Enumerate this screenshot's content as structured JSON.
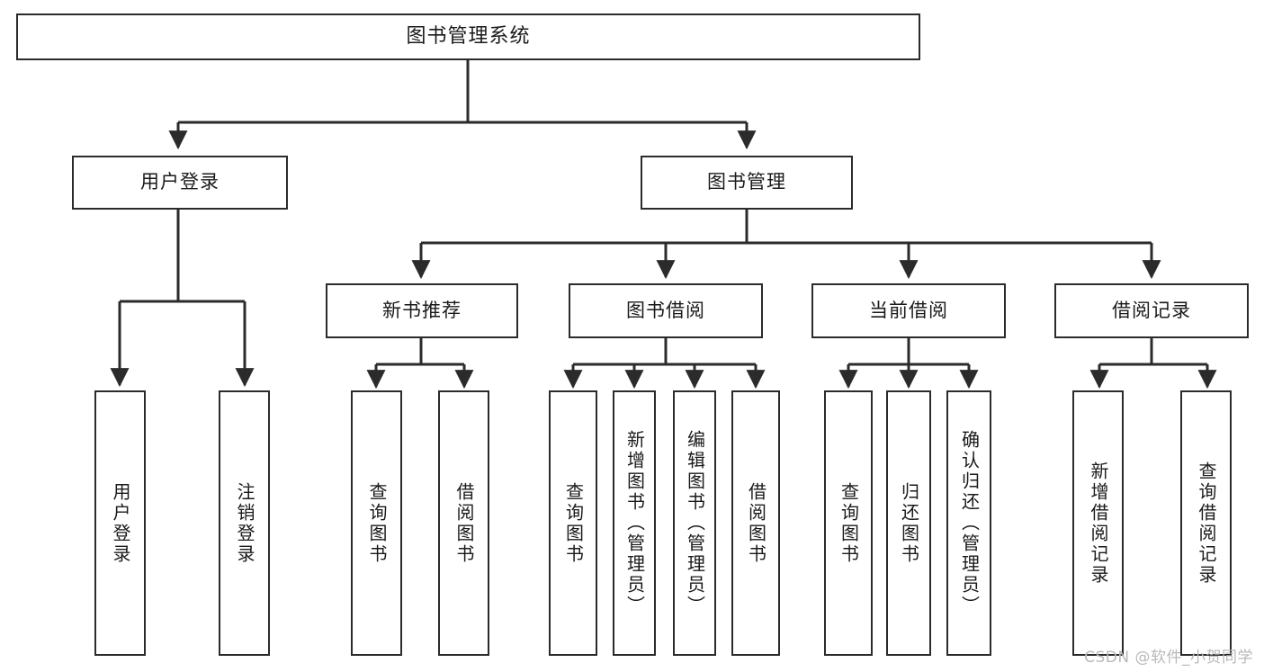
{
  "diagram": {
    "type": "tree-hierarchy-chart",
    "title": "图书管理系统",
    "watermark": "CSDN @软件_小贺同学",
    "colors": {
      "stroke": "#2b2b2b",
      "fill": "#ffffff",
      "text": "#1a1a1a",
      "watermark": "#b9b9b9"
    },
    "levels": {
      "root": {
        "label": "图书管理系统"
      },
      "level2": [
        {
          "label": "用户登录"
        },
        {
          "label": "图书管理"
        }
      ],
      "level3": [
        {
          "label": "新书推荐"
        },
        {
          "label": "图书借阅"
        },
        {
          "label": "当前借阅"
        },
        {
          "label": "借阅记录"
        }
      ],
      "leaves": {
        "user_login": [
          {
            "label": "用户登录"
          },
          {
            "label": "注销登录"
          }
        ],
        "new_book": [
          {
            "label": "查询图书"
          },
          {
            "label": "借阅图书"
          }
        ],
        "book_borrow": [
          {
            "label": "查询图书"
          },
          {
            "label": "新增图书（管理员）"
          },
          {
            "label": "编辑图书（管理员）"
          },
          {
            "label": "借阅图书"
          }
        ],
        "current_borrow": [
          {
            "label": "查询图书"
          },
          {
            "label": "归还图书"
          },
          {
            "label": "确认归还（管理员）"
          }
        ],
        "borrow_record": [
          {
            "label": "新增借阅记录"
          },
          {
            "label": "查询借阅记录"
          }
        ]
      }
    }
  }
}
